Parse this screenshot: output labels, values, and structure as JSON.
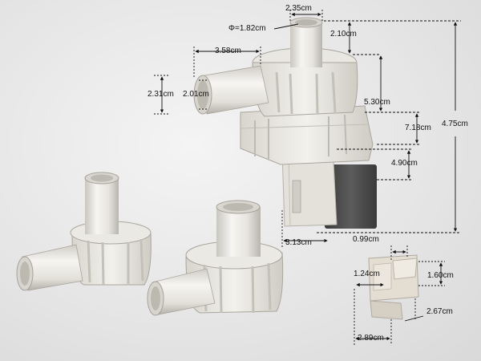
{
  "product": {
    "name": "drain-pump",
    "accent_colors": {
      "plastic": "#e9e7e1",
      "plastic_shadow": "#b9b6ae",
      "connector": "#d8d6cf",
      "coil_block": "#4a4a4a",
      "dimension_line": "#111111"
    }
  },
  "dimensions": [
    {
      "id": "outlet-width",
      "label": "2.35cm"
    },
    {
      "id": "outlet-inner-diameter",
      "label": "Φ=1.82cm"
    },
    {
      "id": "outlet-height",
      "label": "2.10cm"
    },
    {
      "id": "inlet-length",
      "label": "3.58cm"
    },
    {
      "id": "inlet-outer-height",
      "label": "2.31cm"
    },
    {
      "id": "inlet-inner-height",
      "label": "2.01cm"
    },
    {
      "id": "body-height-upper",
      "label": "5.30cm"
    },
    {
      "id": "total-height",
      "label": "4.75cm"
    },
    {
      "id": "body-height-lower",
      "label": "7.18cm"
    },
    {
      "id": "connector-height",
      "label": "4.90cm"
    },
    {
      "id": "base-offset",
      "label": "3.13cm"
    },
    {
      "id": "clip-width",
      "label": "0.99cm"
    },
    {
      "id": "clip-depth",
      "label": "1.24cm"
    },
    {
      "id": "clip-height",
      "label": "1.60cm"
    },
    {
      "id": "clip-foot",
      "label": "2.67cm"
    },
    {
      "id": "clip-base-width",
      "label": "2.89cm"
    }
  ]
}
